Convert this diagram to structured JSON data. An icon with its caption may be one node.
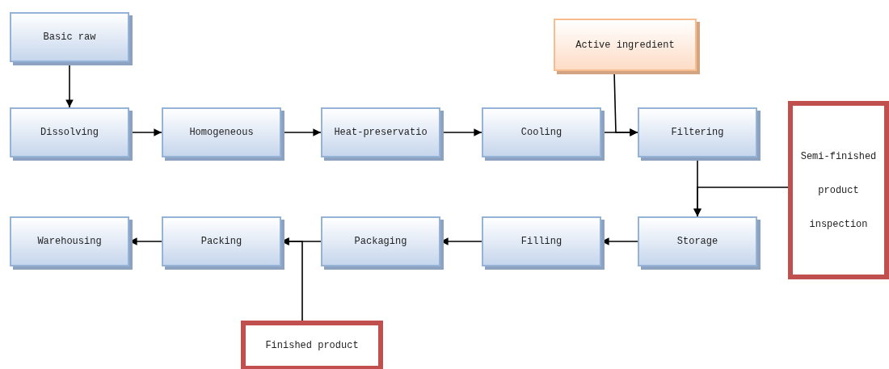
{
  "diagram": {
    "nodes": [
      {
        "text": [
          "Basic raw"
        ]
      },
      {
        "text": [
          "Dissolving"
        ]
      },
      {
        "text": [
          "Homogeneous"
        ]
      },
      {
        "text": [
          "Heat-preservatio"
        ]
      },
      {
        "text": [
          "Cooling"
        ]
      },
      {
        "text": [
          "Filtering"
        ]
      },
      {
        "text": [
          "Active ingredient"
        ]
      },
      {
        "text": [
          "Semi-finished product inspection"
        ]
      },
      {
        "text": [
          "Warehousing"
        ]
      },
      {
        "text": [
          "Packing"
        ]
      },
      {
        "text": [
          "Packaging"
        ]
      },
      {
        "text": [
          "Filling"
        ]
      },
      {
        "text": [
          "Storage"
        ]
      },
      {
        "text": [
          "Finished product"
        ]
      }
    ],
    "edges": [
      {
        "from": 0,
        "to": 1,
        "arrow": "to"
      },
      {
        "from": 1,
        "to": 2,
        "arrow": "to"
      },
      {
        "from": 2,
        "to": 3,
        "arrow": "to"
      },
      {
        "from": 3,
        "to": 4,
        "arrow": "to"
      },
      {
        "from": 4,
        "to": 5,
        "arrow": "to"
      },
      {
        "from": 6,
        "to": 5,
        "arrow": "to"
      },
      {
        "from": 5,
        "to": 12,
        "arrow": "to"
      },
      {
        "from": 7,
        "to": 12,
        "arrow": "to"
      },
      {
        "from": 12,
        "to": 11,
        "arrow": "to"
      },
      {
        "from": 11,
        "to": 10,
        "arrow": "to"
      },
      {
        "from": 10,
        "to": 9,
        "arrow": "to"
      },
      {
        "from": 13,
        "to": 9,
        "arrow": "to"
      },
      {
        "from": 9,
        "to": 8,
        "arrow": "to"
      }
    ]
  }
}
